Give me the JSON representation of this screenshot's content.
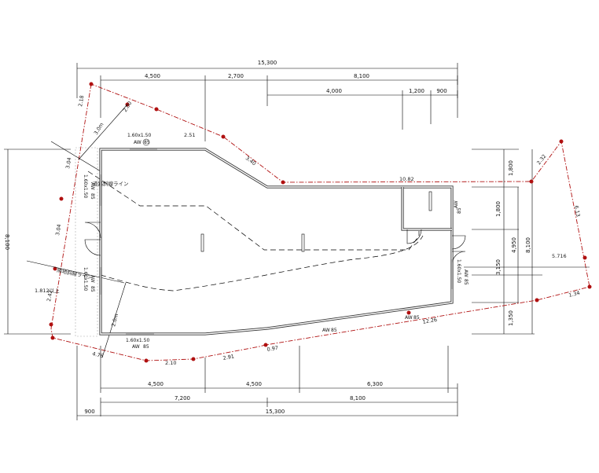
{
  "plan": {
    "top_dims": {
      "overall": "15,300",
      "row1": [
        "4,500",
        "2,700",
        "8,100"
      ],
      "row2": [
        "4,000",
        "1,200",
        "900"
      ]
    },
    "bottom_dims": {
      "row1": [
        "4,500",
        "4,500",
        "6,300"
      ],
      "row2": [
        "7,200",
        "8,100"
      ],
      "row3": [
        "900",
        "15,300"
      ]
    },
    "left_dims": {
      "overall": "8,100"
    },
    "right_dims": {
      "col1": [
        "1,800",
        "1,800",
        "3,150",
        "1,350"
      ],
      "col2": "4,950",
      "col3": "8,100"
    },
    "boundary_labels": {
      "top_left_seg": "2.18",
      "left_seg_a": "3.04",
      "left_seg_b": "3.04",
      "left_seg_c": "2.42",
      "top_seg_1": "2.51",
      "top_seg_2": "3.40",
      "top_seg_3": "10.82",
      "right_seg_1": "2.32",
      "right_seg_2": "6.13",
      "right_seg_3": "1.34",
      "right_h": "5.716",
      "bottom_seg_1": "4.76",
      "bottom_seg_2": "2.10",
      "bottom_seg_3": "2.91",
      "bottom_seg_4": "0.97",
      "bottom_seg_5": "12.26",
      "diag_top": "3.0m",
      "diag_top_b": "2.00",
      "diag_bottom": "2.0m",
      "left_note": "1.812以上"
    },
    "windows": {
      "w_top": "1.60x1.50",
      "w_top_aw": "AW",
      "w_top_num": "85",
      "w_left1": "1.60x1.50",
      "w_left1_aw": "AW",
      "w_left1_num": "85",
      "w_left2": "1.60x1.50",
      "w_left2_aw": "AW",
      "w_left2_num": "85",
      "w_bottom": "1.60x1.50",
      "w_bottom_aw": "AW",
      "w_bottom_num": "85",
      "w_right": "1.60x1.50",
      "w_right_aw": "AW",
      "w_right_num": "85",
      "w_right_small_aw": "AW",
      "w_right_small_num": "85",
      "w_bot_mid_aw": "AW",
      "w_bot_mid_num": "85",
      "w_bot_r_aw": "AW",
      "w_bot_r_num": "85"
    },
    "notes": {
      "setback_line_1": "道路斜線ライン",
      "setback_line_2": "隣地斜線ライン"
    }
  }
}
